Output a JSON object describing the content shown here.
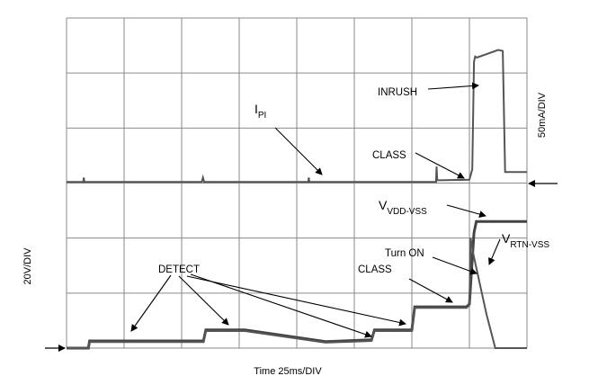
{
  "chart_data": {
    "type": "line",
    "x_axis": {
      "label": "Time 25ms/DIV"
    },
    "top_axis": {
      "label": "50mA/DIV"
    },
    "bottom_axis": {
      "label": "20V/DIV"
    },
    "grid": "on",
    "divisions": {
      "x": 8,
      "y": 6
    },
    "series": [
      {
        "name": "IPI",
        "subscript_label": {
          "main": "I",
          "sub": "PI"
        },
        "unit_per_div": "50mA/DIV",
        "points": [
          [
            0.0,
            0.02
          ],
          [
            0.29,
            0.02
          ],
          [
            0.3,
            0.1
          ],
          [
            0.31,
            0.02
          ],
          [
            2.35,
            0.02
          ],
          [
            2.37,
            0.1
          ],
          [
            2.39,
            0.02
          ],
          [
            4.2,
            0.02
          ],
          [
            4.21,
            0.1
          ],
          [
            4.22,
            0.02
          ],
          [
            6.42,
            0.02
          ],
          [
            6.43,
            0.3
          ],
          [
            6.44,
            0.05
          ],
          [
            6.5,
            0.05
          ],
          [
            6.51,
            0.05
          ],
          [
            7.0,
            0.06
          ],
          [
            7.05,
            0.25
          ],
          [
            7.08,
            2.2
          ],
          [
            7.1,
            2.3
          ],
          [
            7.13,
            2.28
          ],
          [
            7.5,
            2.42
          ],
          [
            7.58,
            2.4
          ],
          [
            7.62,
            0.2
          ],
          [
            7.7,
            0.2
          ],
          [
            8.0,
            0.2
          ]
        ]
      },
      {
        "name": "VVDD-VSS",
        "subscript_label": {
          "main": "V",
          "sub": "VDD-VSS"
        },
        "unit_per_div": "20V/DIV",
        "points": [
          [
            0.0,
            0.0
          ],
          [
            0.38,
            0.0
          ],
          [
            0.4,
            0.13
          ],
          [
            2.38,
            0.13
          ],
          [
            2.42,
            0.33
          ],
          [
            3.1,
            0.33
          ],
          [
            4.5,
            0.12
          ],
          [
            5.3,
            0.15
          ],
          [
            5.35,
            0.33
          ],
          [
            6.0,
            0.33
          ],
          [
            6.05,
            0.75
          ],
          [
            6.95,
            0.75
          ],
          [
            7.0,
            0.8
          ],
          [
            7.08,
            2.1
          ],
          [
            7.12,
            2.3
          ],
          [
            8.0,
            2.3
          ]
        ]
      },
      {
        "name": "VRTN-VSS",
        "subscript_label": {
          "main": "V",
          "sub": "RTN-VSS"
        },
        "unit_per_div": "20V/DIV",
        "points": [
          [
            0.0,
            0.0
          ],
          [
            0.38,
            0.0
          ],
          [
            0.4,
            0.11
          ],
          [
            2.38,
            0.11
          ],
          [
            2.42,
            0.31
          ],
          [
            3.1,
            0.31
          ],
          [
            4.5,
            0.1
          ],
          [
            5.3,
            0.13
          ],
          [
            5.35,
            0.31
          ],
          [
            6.0,
            0.31
          ],
          [
            6.05,
            0.73
          ],
          [
            6.95,
            0.73
          ],
          [
            7.0,
            0.78
          ],
          [
            7.02,
            2.0
          ],
          [
            7.06,
            1.75
          ],
          [
            7.3,
            0.6
          ],
          [
            7.45,
            0.0
          ],
          [
            8.0,
            0.0
          ]
        ]
      }
    ],
    "annotations": [
      {
        "text": "INRUSH"
      },
      {
        "text": "CLASS"
      },
      {
        "text": "DETECT"
      },
      {
        "text": "CLASS"
      },
      {
        "text": "Turn ON"
      }
    ]
  }
}
